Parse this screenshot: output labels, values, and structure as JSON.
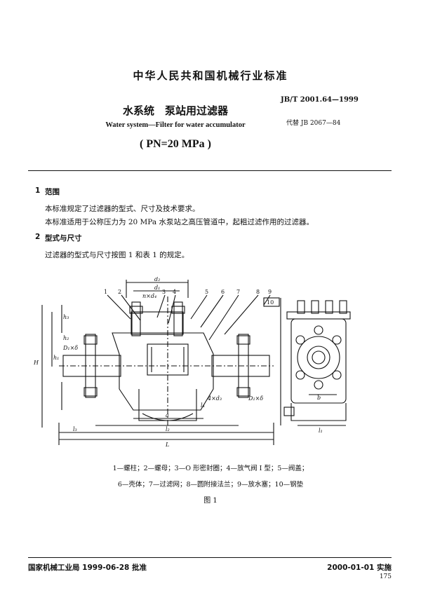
{
  "header": {
    "organization": "中华人民共和国机械行业标准",
    "standard_code": "JB/T 2001.64—1999",
    "title_cn": "水系统　泵站用过滤器",
    "replaces": "代替 JB 2067—84",
    "title_en": "Water system—Filter for water accumulator",
    "pressure": "( PN=20 MPa )"
  },
  "sections": [
    {
      "num": "1",
      "title": "范围",
      "paragraphs": [
        "本标准规定了过滤器的型式、尺寸及技术要求。",
        "本标准适用于公称压力为 20 MPa 水泵站之高压管道中，起粗过滤作用的过滤器。"
      ]
    },
    {
      "num": "2",
      "title": "型式与尺寸",
      "paragraphs": [
        "过滤器的型式与尺寸按图 1 和表 1 的规定。"
      ]
    }
  ],
  "figure": {
    "part_numbers": [
      "1",
      "2",
      "3",
      "4",
      "5",
      "6",
      "7",
      "8",
      "9",
      "10"
    ],
    "dim_labels": {
      "d2": "d₂",
      "d1": "d₁",
      "n_d4": "n×d₄",
      "h3": "h₃",
      "h2": "h₂",
      "h1": "h₁",
      "H": "H",
      "D1_delta": "D₁×δ",
      "D2_delta": "D₂×δ",
      "four_d3": "4×d₃",
      "a": "a",
      "l3": "l₃",
      "l2": "l₂",
      "L": "L",
      "l4": "l₄",
      "b": "b",
      "l1": "l₁"
    },
    "legend_line1": "1—螺柱；2—螺母；3—O 形密封圈；4—放气阀 I 型；5—阀盖；",
    "legend_line2": "6—壳体；7—过滤网；8—圆附接法兰；9—放水塞；10—钢垫",
    "caption": "图 1"
  },
  "footer": {
    "approval": "国家机械工业局 1999-06-28 批准",
    "implementation": "2000-01-01 实施",
    "page_number": "175"
  }
}
